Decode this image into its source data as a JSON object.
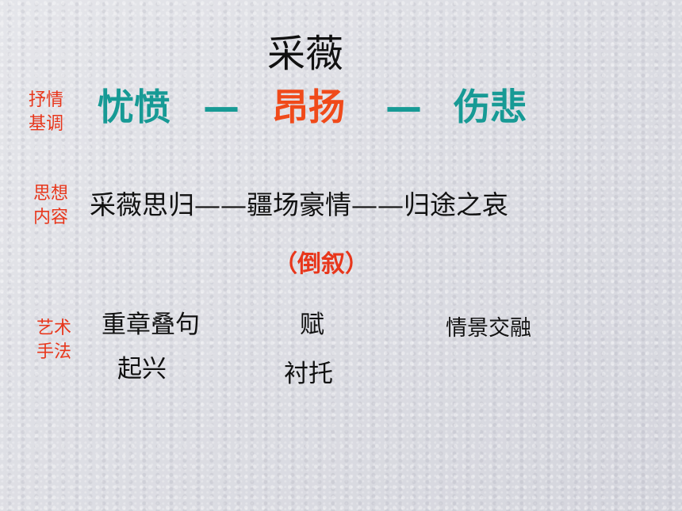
{
  "title": "采薇",
  "rows": {
    "tone": {
      "label_line1": "抒情",
      "label_line2": "基调",
      "item1": "忧愤",
      "dash1": "—",
      "item2": "昂扬",
      "dash2": "—",
      "item3": "伤悲"
    },
    "content": {
      "label_line1": "思想",
      "label_line2": "内容",
      "text": "采薇思归——疆场豪情——归途之哀",
      "note": "（倒叙）"
    },
    "art": {
      "label_line1": "艺术",
      "label_line2": "手法",
      "items": [
        "重章叠句",
        "起兴",
        "赋",
        "衬托",
        "情景交融"
      ]
    }
  },
  "colors": {
    "label": "#e8361b",
    "teal": "#179a95",
    "orange": "#f04a1a",
    "text": "#111111"
  }
}
